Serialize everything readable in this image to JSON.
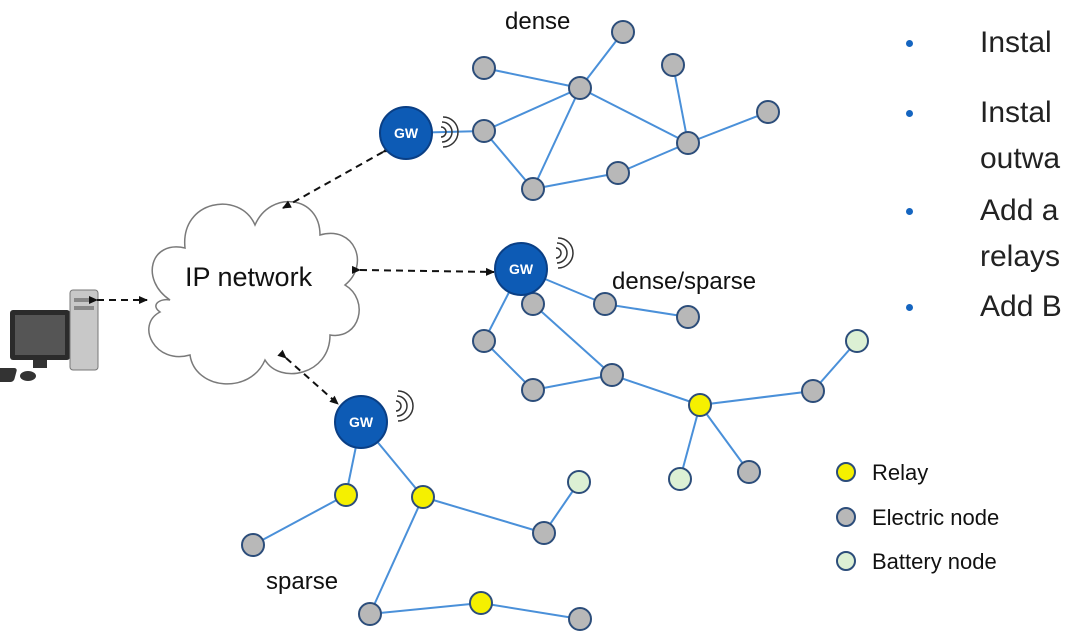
{
  "colors": {
    "link": "#4a90d9",
    "gateway": "#0d5bb5",
    "gateway_border": "#0a3f85",
    "electric": "#b8b8b8",
    "relay": "#f5f000",
    "battery": "#dcf0d4",
    "node_border": "#2c4d7a",
    "bullet": "#1565c0"
  },
  "labels": {
    "ip_network": "IP network",
    "gateway": "GW",
    "dense": "dense",
    "dense_sparse": "dense/sparse",
    "sparse": "sparse"
  },
  "bullets": [
    "Instal",
    "Instal",
    "outwa",
    "Add a",
    "relays",
    "Add B"
  ],
  "legend": {
    "relay": "Relay",
    "electric": "Electric node",
    "battery": "Battery node"
  },
  "icons": [
    "computer-icon",
    "cloud-icon",
    "wireless-signal-icon"
  ]
}
